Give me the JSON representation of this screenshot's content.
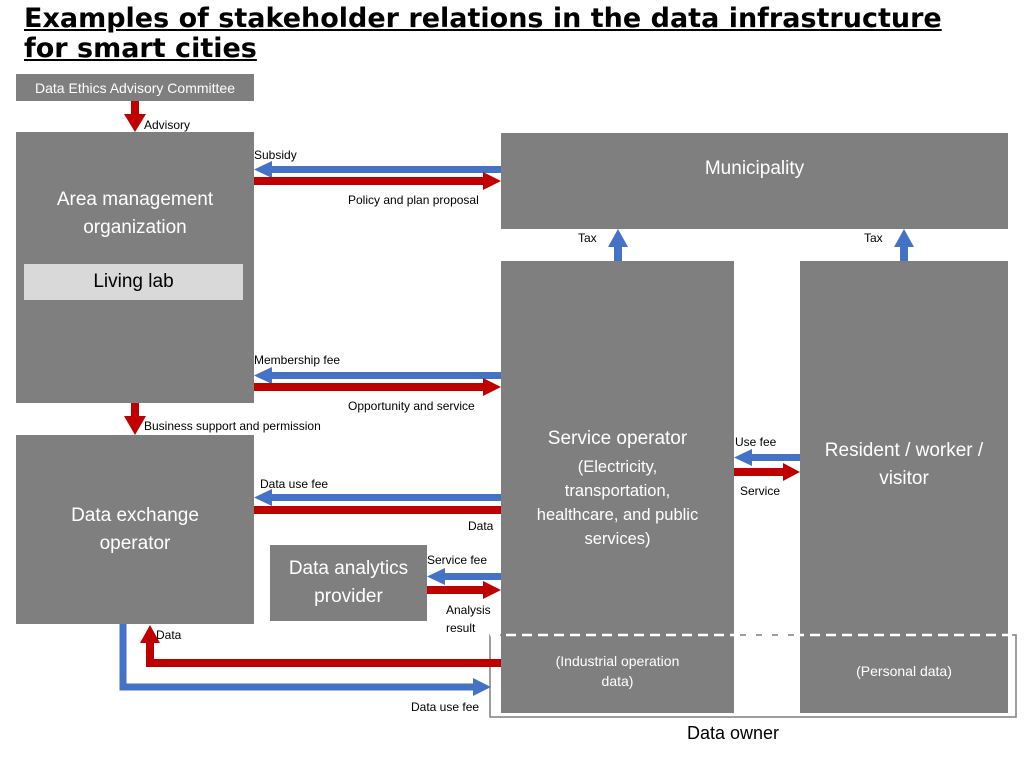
{
  "title_line1": "Examples of stakeholder relations in the data infrastructure",
  "title_line2": "for smart cities",
  "colors": {
    "box": "#7f7f7f",
    "red": "#c00000",
    "blue": "#4472c4"
  },
  "boxes": {
    "ethics": "Data Ethics Advisory Committee",
    "area_mgmt": "Area management organization",
    "living_lab": "Living lab",
    "municipality": "Municipality",
    "data_exchange": "Data exchange operator",
    "service_operator": "Service operator",
    "service_operator_sub": "(Electricity, transportation, healthcare, and public services)",
    "resident": "Resident / worker / visitor",
    "analytics": "Data analytics provider",
    "industrial_data": "(Industrial operation data)",
    "personal_data": "(Personal data)",
    "data_owner": "Data owner"
  },
  "labels": {
    "advisory": "Advisory",
    "subsidy": "Subsidy",
    "policy": "Policy and plan proposal",
    "tax_left": "Tax",
    "tax_right": "Tax",
    "membership_fee": "Membership fee",
    "opportunity": "Opportunity and service",
    "business_support": "Business support and permission",
    "use_fee": "Use fee",
    "service": "Service",
    "data_use_fee_top": "Data use fee",
    "data_top": "Data",
    "service_fee": "Service fee",
    "analysis_result": "Analysis result",
    "data_bottom": "Data",
    "data_use_fee_bottom": "Data use fee"
  }
}
